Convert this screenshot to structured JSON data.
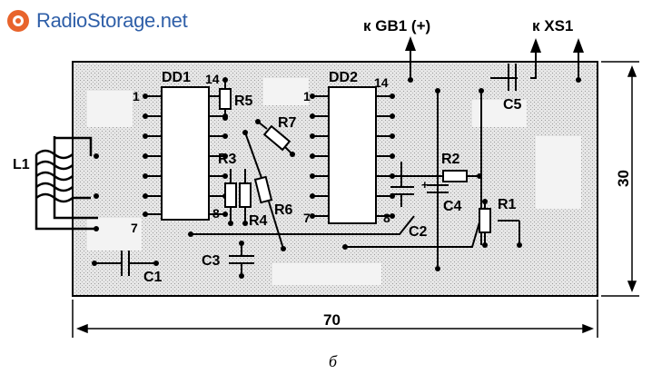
{
  "site": {
    "name": "RadioStorage.net"
  },
  "connectors": {
    "battery": "к GB1 (+)",
    "socket": "к XS1"
  },
  "chips": {
    "dd1": "DD1",
    "dd2": "DD2"
  },
  "pins": {
    "dd1_p1": "1",
    "dd1_p7": "7",
    "dd1_p8": "8",
    "dd1_p14": "14",
    "dd2_p1": "1",
    "dd2_p7": "7",
    "dd2_p8": "8",
    "dd2_p14": "14"
  },
  "components": {
    "L1": "L1",
    "C1": "C1",
    "C2": "C2",
    "C3": "C3",
    "C4": "C4",
    "C5": "C5",
    "R1": "R1",
    "R2": "R2",
    "R3": "R3",
    "R4": "R4",
    "R5": "R5",
    "R6": "R6",
    "R7": "R7"
  },
  "dimensions": {
    "width": "70",
    "height": "30"
  },
  "caption": "б",
  "colors": {
    "board": "#d9d9d9",
    "ink": "#000000",
    "logo": "#2f5fa8",
    "logo_icon": "#e8642c"
  }
}
